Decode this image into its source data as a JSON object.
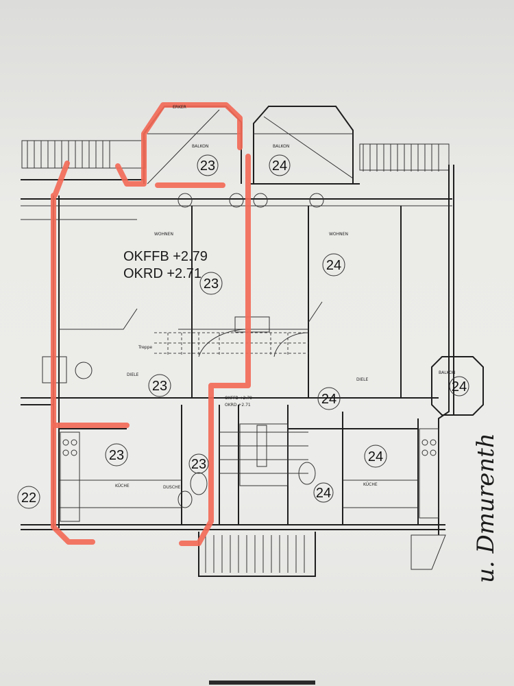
{
  "plan": {
    "level_labels": {
      "okffb": "OKFFB +2.79",
      "okrd": "OKRD +2.71"
    },
    "stair_levels": {
      "okffb": "OKFFB +2.79",
      "okrd": "OKRD +2.71"
    },
    "units": {
      "u22": "22",
      "u23": "23",
      "u24": "24"
    },
    "rooms": {
      "balkon": "BALKON",
      "wohnen": "WOHNEN",
      "diele": "DIELE",
      "treppe": "Treppe",
      "kueche": "KÜCHE",
      "dusche": "DUSCHE",
      "erker": "ERKER"
    },
    "handwriting": "u. Dmurenth",
    "highlight_color": "#f26a58"
  }
}
